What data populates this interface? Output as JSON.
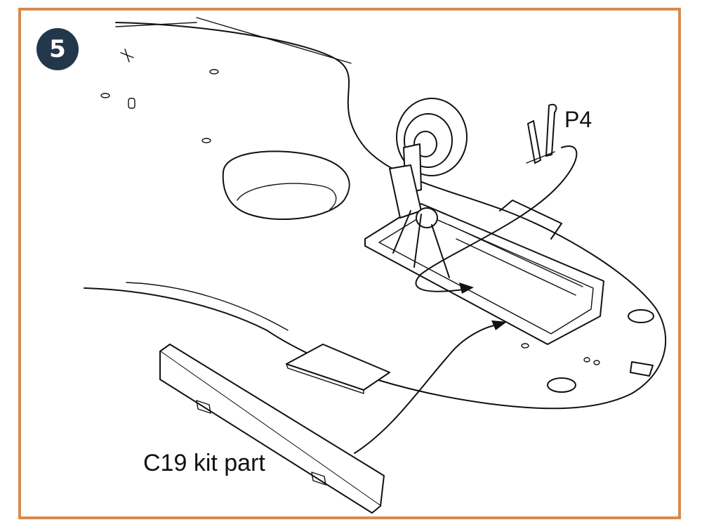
{
  "step": {
    "number": "5"
  },
  "labels": {
    "p4": "P4",
    "c19": "C19 kit part"
  },
  "colors": {
    "frame_border": "#d88a4e",
    "badge_background": "#22374a",
    "badge_text": "#ffffff",
    "line_art": "#111111"
  }
}
